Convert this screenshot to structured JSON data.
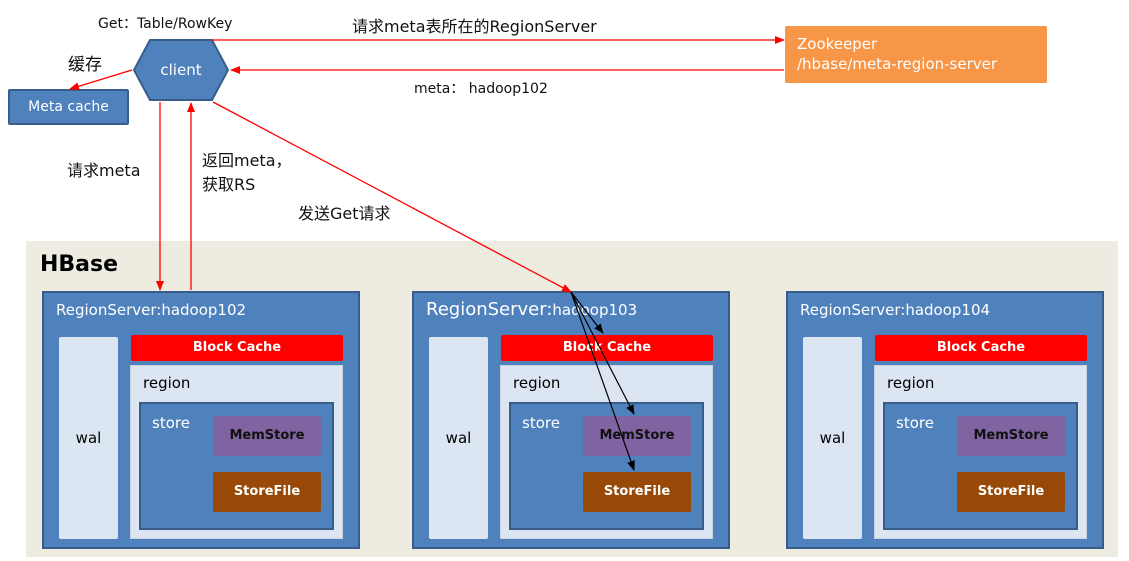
{
  "client": {
    "label": "client",
    "get_label": "Get：Table/RowKey"
  },
  "meta_cache": {
    "label": "Meta cache",
    "cache_label": "缓存"
  },
  "zookeeper": {
    "line1": "Zookeeper",
    "line2": "/hbase/meta-region-server"
  },
  "edges": {
    "request_meta_rs": "请求meta表所在的RegionServer",
    "meta_reply": "meta：  hadoop102",
    "request_meta": "请求meta",
    "return_meta_line1": "返回meta，",
    "return_meta_line2": "获取RS",
    "send_get": "发送Get请求"
  },
  "hbase": {
    "title": "HBase",
    "region_servers": [
      {
        "title": "RegionServer:hadoop102",
        "wal": "wal",
        "block_cache": "Block  Cache",
        "region": "region",
        "store": "store",
        "memstore": "MemStore",
        "storefile": "StoreFile"
      },
      {
        "title_prefix": "RegionServer:",
        "title_host": "hadoop103",
        "wal": "wal",
        "block_cache": "Block  Cache",
        "region": "region",
        "store": "store",
        "memstore": "MemStore",
        "storefile": "StoreFile"
      },
      {
        "title": "RegionServer:hadoop104",
        "wal": "wal",
        "block_cache": "Block  Cache",
        "region": "region",
        "store": "store",
        "memstore": "MemStore",
        "storefile": "StoreFile"
      }
    ]
  },
  "colors": {
    "arrow_red": "#ff0000",
    "node_blue": "#4f81bd",
    "zookeeper_orange": "#f79646",
    "block_cache_red": "#ff0000",
    "memstore_purple": "#8064a2",
    "storefile_brown": "#984807"
  }
}
